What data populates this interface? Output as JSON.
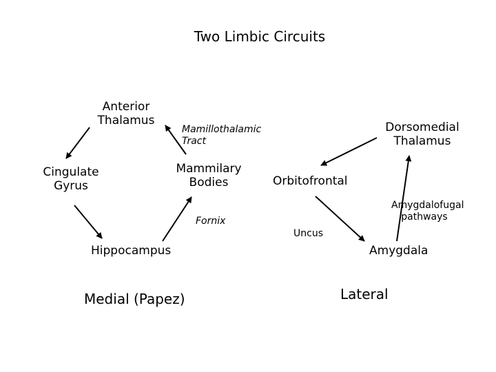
{
  "title": "Two Limbic Circuits",
  "medial": {
    "anterior_thalamus": "Anterior\nThalamus",
    "cingulate_gyrus": "Cingulate\nGyrus",
    "hippocampus": "Hippocampus",
    "mammilary_bodies": "Mammilary\nBodies",
    "mamillothalamic_tract": "Mamillothalamic\nTract",
    "fornix": "Fornix",
    "caption": "Medial (Papez)"
  },
  "lateral": {
    "dorsomedial_thalamus": "Dorsomedial\nThalamus",
    "orbitofrontal": "Orbitofrontal",
    "amygdala": "Amygdala",
    "uncus": "Uncus",
    "amygdalofugal_pathways": "Amygdalofugal\npathways",
    "caption": "Lateral"
  },
  "colors": {
    "text": "#000000",
    "arrow": "#000000",
    "background": "#ffffff"
  }
}
